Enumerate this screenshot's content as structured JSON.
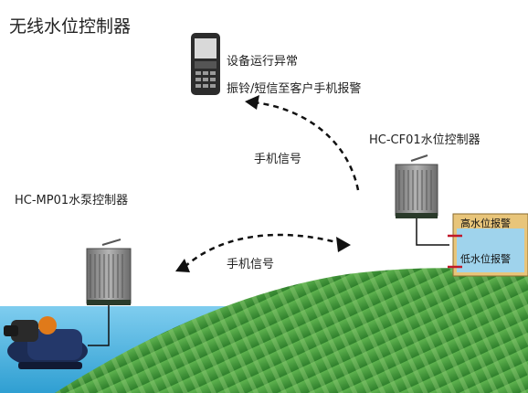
{
  "diagram": {
    "title": "无线水位控制器",
    "phone_messages": [
      "设备运行异常",
      "振铃/短信至客户手机报警"
    ],
    "controller_right": "HC-CF01水位控制器",
    "controller_left": "HC-MP01水泵控制器",
    "signal_top": "手机信号",
    "signal_bottom": "手机信号",
    "tank_high": "高水位报警",
    "tank_low": "低水位报警"
  },
  "colors": {
    "sky": "#ffffff",
    "water": "#4fb6e0",
    "hill": "#3f9a3a",
    "tank": "#e8c57a",
    "tank_water": "#9fd3ec",
    "sensor": "#c0182a"
  }
}
